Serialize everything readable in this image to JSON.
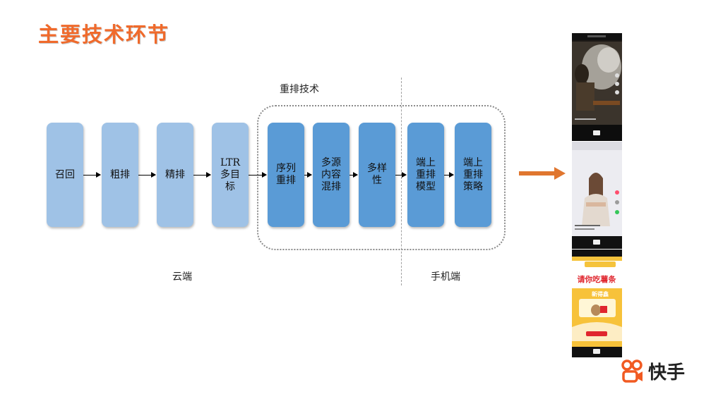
{
  "slide": {
    "title": "主要技术环节",
    "group_label": "重排技术",
    "region_cloud": "云端",
    "region_phone": "手机端"
  },
  "pipeline": [
    {
      "label": "召回"
    },
    {
      "label": "粗排"
    },
    {
      "label": "精排"
    },
    {
      "label": "LTR多目标"
    },
    {
      "label": "序列重排"
    },
    {
      "label": "多源内容混排"
    },
    {
      "label": "多样性"
    },
    {
      "label": "端上重排模型"
    },
    {
      "label": "端上重排策略"
    }
  ],
  "phone_screens": {
    "promo_line1": "请你吃薯条",
    "promo_line2": "新得鑫"
  },
  "brand": {
    "name": "快手",
    "color": "#f15a22"
  },
  "colors": {
    "title": "#f06a2b",
    "box_light": "#9fc2e6",
    "box_dark": "#5a9bd6",
    "big_arrow": "#e0762f"
  }
}
